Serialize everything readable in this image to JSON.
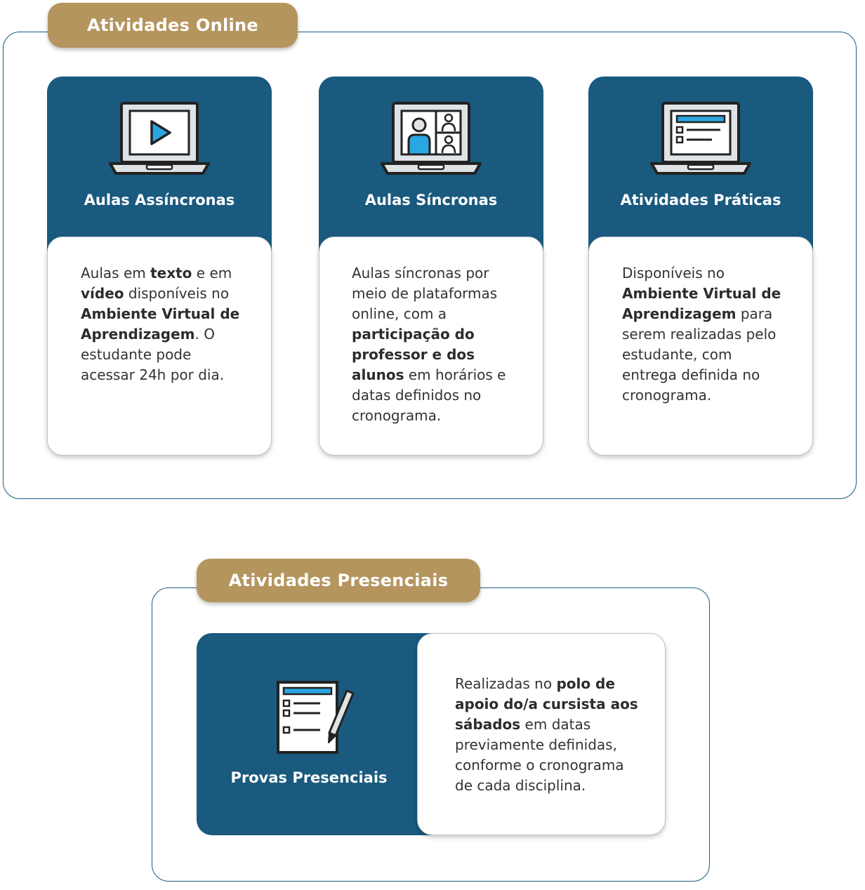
{
  "online": {
    "title": "Atividades Online",
    "cards": [
      {
        "icon": "laptop-video-icon",
        "title": "Aulas Assíncronas",
        "desc": [
          {
            "t": "Aulas em ",
            "b": false
          },
          {
            "t": "texto",
            "b": true
          },
          {
            "t": " e em ",
            "b": false
          },
          {
            "t": "vídeo",
            "b": true
          },
          {
            "t": " disponíveis no ",
            "b": false
          },
          {
            "t": "Ambiente Virtual de Aprendizagem",
            "b": true
          },
          {
            "t": ". O estudante pode acessar 24h por dia.",
            "b": false
          }
        ]
      },
      {
        "icon": "laptop-video-call-icon",
        "title": "Aulas Síncronas",
        "desc": [
          {
            "t": "Aulas síncronas por meio de plataformas online, com a ",
            "b": false
          },
          {
            "t": "participação do professor e dos alunos",
            "b": true
          },
          {
            "t": " em horários e datas definidos no cronograma.",
            "b": false
          }
        ]
      },
      {
        "icon": "laptop-checklist-icon",
        "title": "Atividades Práticas",
        "desc": [
          {
            "t": "Disponíveis no ",
            "b": false
          },
          {
            "t": "Ambiente Virtual de Aprendizagem",
            "b": true
          },
          {
            "t": " para serem realizadas pelo estudante, com entrega definida no cronograma.",
            "b": false
          }
        ]
      }
    ]
  },
  "presencial": {
    "title": "Atividades Presenciais",
    "card": {
      "icon": "exam-sheet-pencil-icon",
      "title": "Provas Presenciais",
      "desc": [
        {
          "t": "Realizadas no ",
          "b": false
        },
        {
          "t": "polo de apoio do/a cursista aos sábados",
          "b": true
        },
        {
          "t": " em datas previamente definidas, conforme o cronograma de cada disciplina.",
          "b": false
        }
      ]
    }
  },
  "colors": {
    "navy": "#195a7e",
    "gold": "#b5955e",
    "accent_blue": "#2aa6e0",
    "border": "#1b5a7e"
  }
}
